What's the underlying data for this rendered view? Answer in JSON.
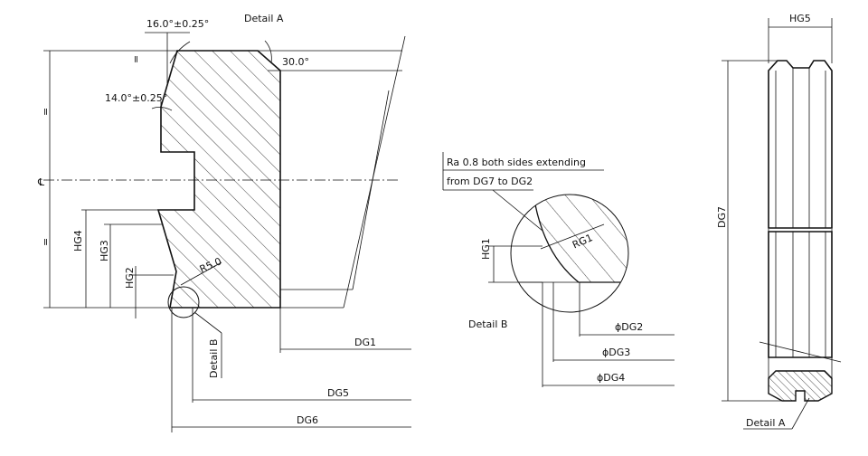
{
  "labels": {
    "detail_a_title": "Detail A",
    "detail_a_callout": "Detail A",
    "detail_b_title": "Detail B",
    "detail_b_callout": "Detail B",
    "angle_top": "16.0°±0.25°",
    "angle_mid": "14.0°±0.25°",
    "angle_right": "30.0°",
    "radius": "R5.0",
    "centerline": "℄",
    "equal_mark": "=",
    "hg2": "HG2",
    "hg3": "HG3",
    "hg4": "HG4",
    "hg5": "HG5",
    "hg1": "HG1",
    "rg1": "RG1",
    "dg1": "DG1",
    "dg5": "DG5",
    "dg6": "DG6",
    "dg7": "DG7",
    "phi_dg2": "ϕDG2",
    "phi_dg3": "ϕDG3",
    "phi_dg4": "ϕDG4",
    "surface_note_line1": "Ra 0.8 both sides extending",
    "surface_note_line2": "from DG7 to DG2"
  }
}
